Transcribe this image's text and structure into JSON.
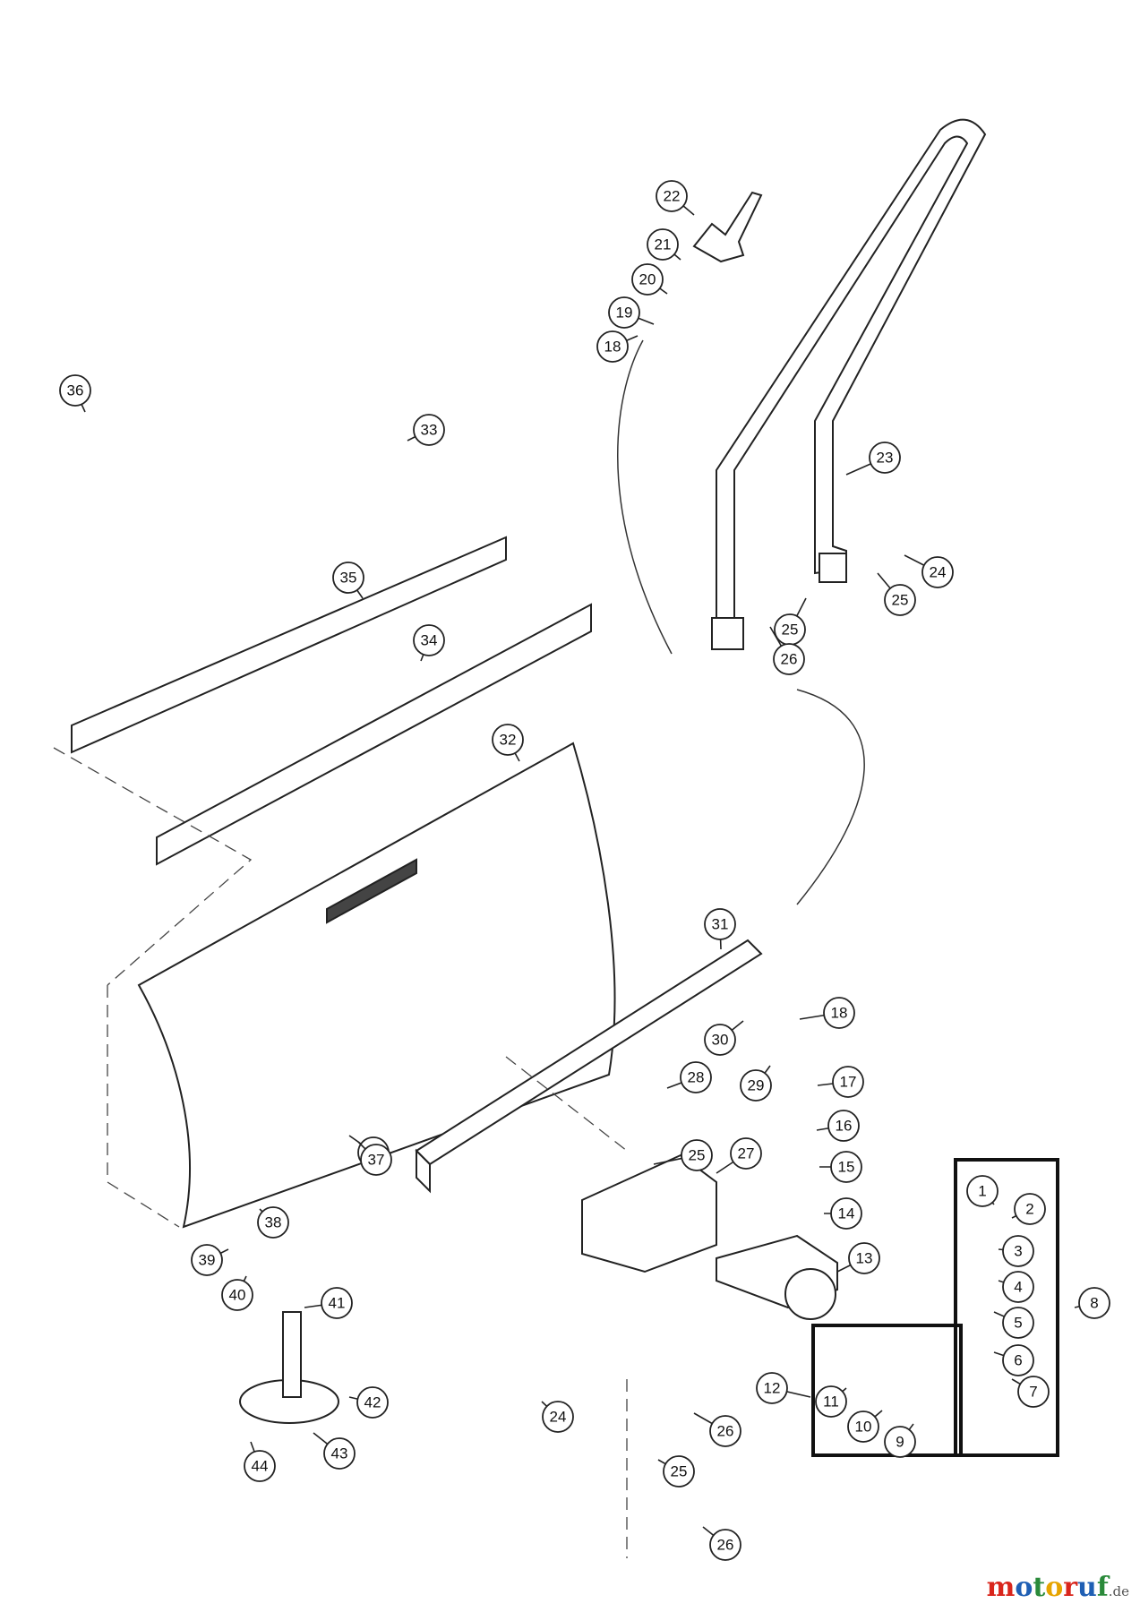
{
  "callouts": [
    {
      "label": "1"
    },
    {
      "label": "2"
    },
    {
      "label": "3"
    },
    {
      "label": "4"
    },
    {
      "label": "5"
    },
    {
      "label": "6"
    },
    {
      "label": "7"
    },
    {
      "label": "8"
    },
    {
      "label": "9"
    },
    {
      "label": "10"
    },
    {
      "label": "11"
    },
    {
      "label": "12"
    },
    {
      "label": "13"
    },
    {
      "label": "14"
    },
    {
      "label": "15"
    },
    {
      "label": "16"
    },
    {
      "label": "17"
    },
    {
      "label": "18"
    },
    {
      "label": "18"
    },
    {
      "label": "19"
    },
    {
      "label": "20"
    },
    {
      "label": "21"
    },
    {
      "label": "22"
    },
    {
      "label": "23"
    },
    {
      "label": "24"
    },
    {
      "label": "24"
    },
    {
      "label": "25"
    },
    {
      "label": "25"
    },
    {
      "label": "25"
    },
    {
      "label": "25"
    },
    {
      "label": "25"
    },
    {
      "label": "26"
    },
    {
      "label": "26"
    },
    {
      "label": "26"
    },
    {
      "label": "27"
    },
    {
      "label": "28"
    },
    {
      "label": "29"
    },
    {
      "label": "30"
    },
    {
      "label": "31"
    },
    {
      "label": "32"
    },
    {
      "label": "33"
    },
    {
      "label": "34"
    },
    {
      "label": "35"
    },
    {
      "label": "36"
    },
    {
      "label": "37"
    },
    {
      "label": "38"
    },
    {
      "label": "39"
    },
    {
      "label": "40"
    },
    {
      "label": "41"
    },
    {
      "label": "42"
    },
    {
      "label": "43"
    },
    {
      "label": "44"
    }
  ],
  "watermark": {
    "text_m": "m",
    "text_o1": "o",
    "text_t": "t",
    "text_o2": "o",
    "text_r": "r",
    "text_u": "u",
    "text_f": "f",
    "text_domain": ".de",
    "colors": {
      "m": "#d9261c",
      "o1": "#1f5fb4",
      "t": "#2a8a3a",
      "o2": "#e6a400",
      "r": "#d9261c",
      "u": "#1f5fb4",
      "f": "#2a8a3a"
    }
  }
}
